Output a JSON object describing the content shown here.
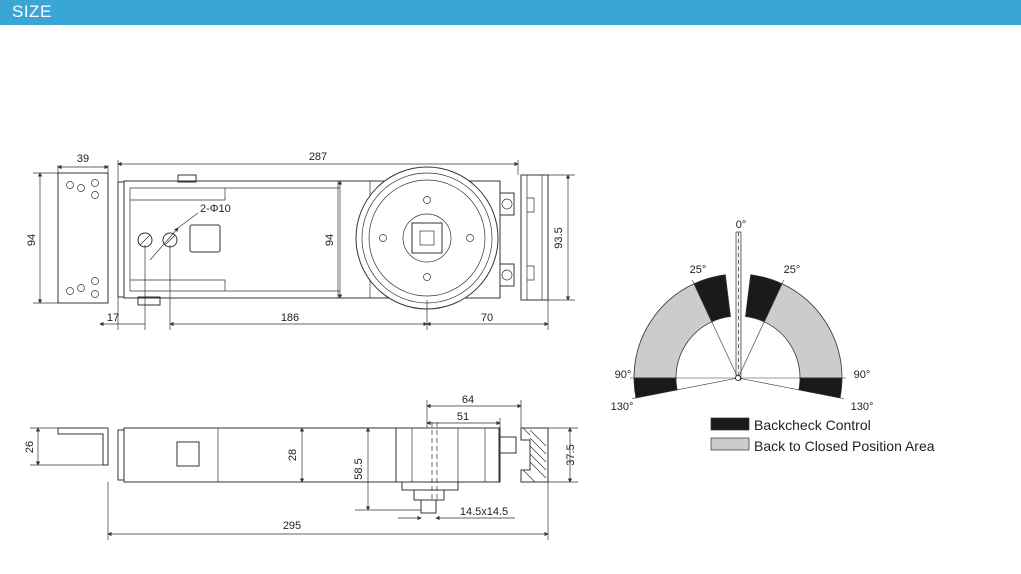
{
  "header": {
    "title": "SIZE",
    "color": "#3aa6d6"
  },
  "top_view": {
    "dims": {
      "plate_width": "39",
      "overall_length": "287",
      "plate_height": "94",
      "body_height": "94",
      "right_height": "93.5",
      "hole_spec": "2-Φ10",
      "offset_left": "17",
      "hole_to_center": "186",
      "center_to_end": "70"
    }
  },
  "side_view": {
    "dims": {
      "total_length": "295",
      "plate_depth": "26",
      "body_depth": "28",
      "spindle_depth": "58.5",
      "right_depth": "37.5",
      "top_64": "64",
      "top_51": "51",
      "spindle_size": "14.5x14.5"
    }
  },
  "angle_diagram": {
    "labels": {
      "a0": "0°",
      "a25_left": "25°",
      "a25_right": "25°",
      "a90_left": "90°",
      "a90_right": "90°",
      "a130_left": "130°",
      "a130_right": "130°"
    },
    "legend": [
      {
        "label": "Backcheck Control",
        "color": "#1a1a1a"
      },
      {
        "label": "Back to Closed Position Area",
        "color": "#cccccc"
      }
    ]
  }
}
